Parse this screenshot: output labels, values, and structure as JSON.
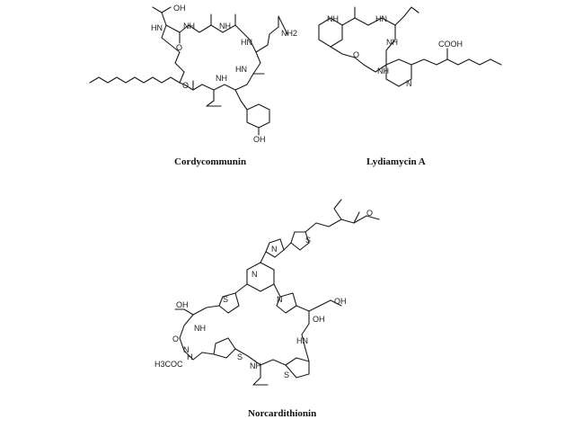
{
  "captions": {
    "cordycommunin": "Cordycommunin",
    "lydiamycin": "Lydiamycin A",
    "norcardithionin": "Norcardithionin"
  },
  "atoms": {
    "OH": "OH",
    "HN": "HN",
    "NH": "NH",
    "N": "N",
    "H": "H",
    "O": "O",
    "S": "S",
    "NH2": "NH2",
    "COOH": "COOH",
    "H3COC": "H3COC"
  }
}
